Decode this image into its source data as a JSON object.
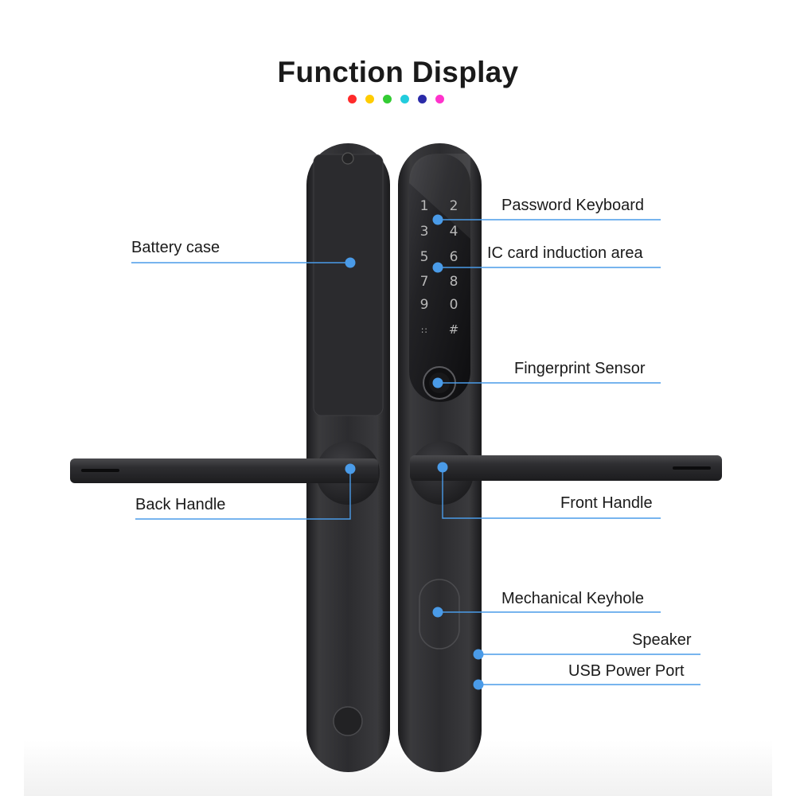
{
  "title": "Function Display",
  "accent_colors": [
    "#ff2a2a",
    "#ffcc00",
    "#33cc33",
    "#22ccdd",
    "#2a2aa8",
    "#ff33cc"
  ],
  "callout_color": "#4a9be8",
  "keypad": {
    "digits": [
      "1",
      "2",
      "3",
      "4",
      "5",
      "6",
      "7",
      "8",
      "9",
      "0"
    ],
    "symbols": [
      "∷",
      "#"
    ]
  },
  "labels": {
    "password_keyboard": "Password Keyboard",
    "battery_case": "Battery case",
    "ic_card_area": "IC card induction area",
    "fingerprint_sensor": "Fingerprint Sensor",
    "back_handle": "Back Handle",
    "front_handle": "Front Handle",
    "mechanical_keyhole": "Mechanical Keyhole",
    "speaker": "Speaker",
    "usb_power_port": "USB Power Port"
  }
}
